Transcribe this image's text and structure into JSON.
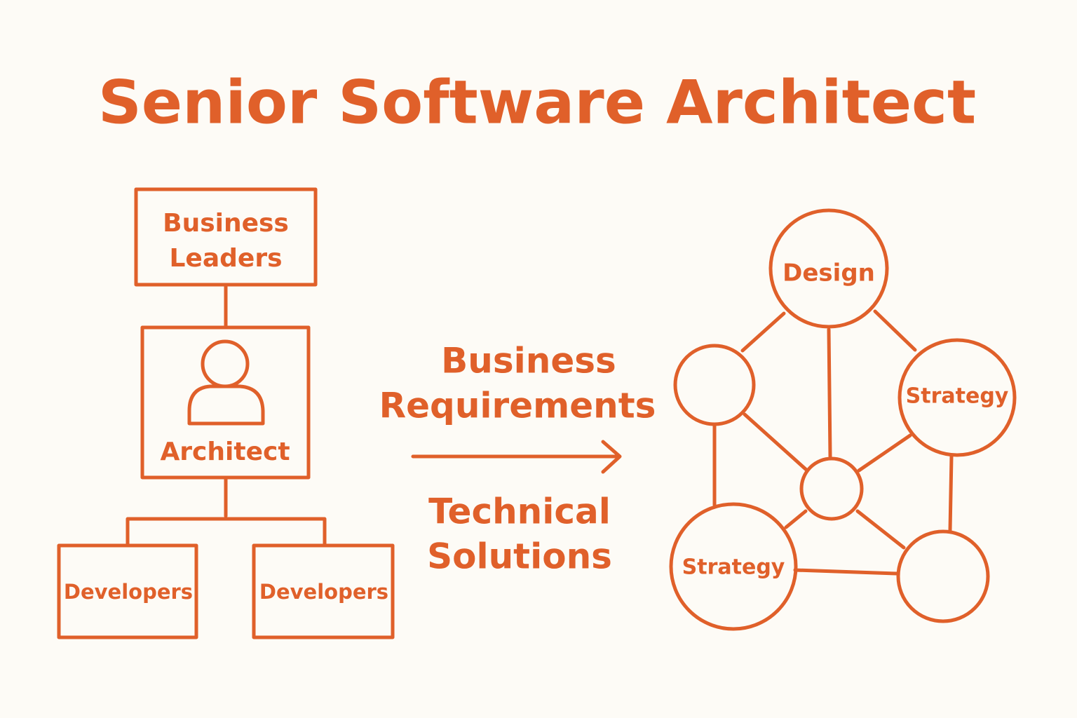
{
  "title": "Senior Software Architect",
  "colors": {
    "ink": "#e0602a",
    "background": "#fdfbf6"
  },
  "org_chart": {
    "top_box": {
      "lines": [
        "Business",
        "Leaders"
      ]
    },
    "middle_box": {
      "icon": "person-icon",
      "label": "Architect"
    },
    "bottom_boxes": [
      {
        "label": "Developers"
      },
      {
        "label": "Developers"
      }
    ]
  },
  "transformation": {
    "input_lines": [
      "Business",
      "Requirements"
    ],
    "arrow_icon": "arrow-right-icon",
    "output_lines": [
      "Technical",
      "Solutions"
    ]
  },
  "network": {
    "nodes": [
      {
        "id": "design",
        "label": "Design"
      },
      {
        "id": "left-empty",
        "label": ""
      },
      {
        "id": "strategy-right",
        "label": "Strategy"
      },
      {
        "id": "center",
        "label": ""
      },
      {
        "id": "strategy-bottom-left",
        "label": "Strategy"
      },
      {
        "id": "bottom-right-empty",
        "label": ""
      }
    ],
    "edges": [
      [
        "design",
        "left-empty"
      ],
      [
        "design",
        "center"
      ],
      [
        "design",
        "strategy-right"
      ],
      [
        "left-empty",
        "center"
      ],
      [
        "left-empty",
        "strategy-bottom-left"
      ],
      [
        "strategy-right",
        "center"
      ],
      [
        "strategy-right",
        "bottom-right-empty"
      ],
      [
        "center",
        "strategy-bottom-left"
      ],
      [
        "center",
        "bottom-right-empty"
      ],
      [
        "strategy-bottom-left",
        "bottom-right-empty"
      ]
    ]
  }
}
